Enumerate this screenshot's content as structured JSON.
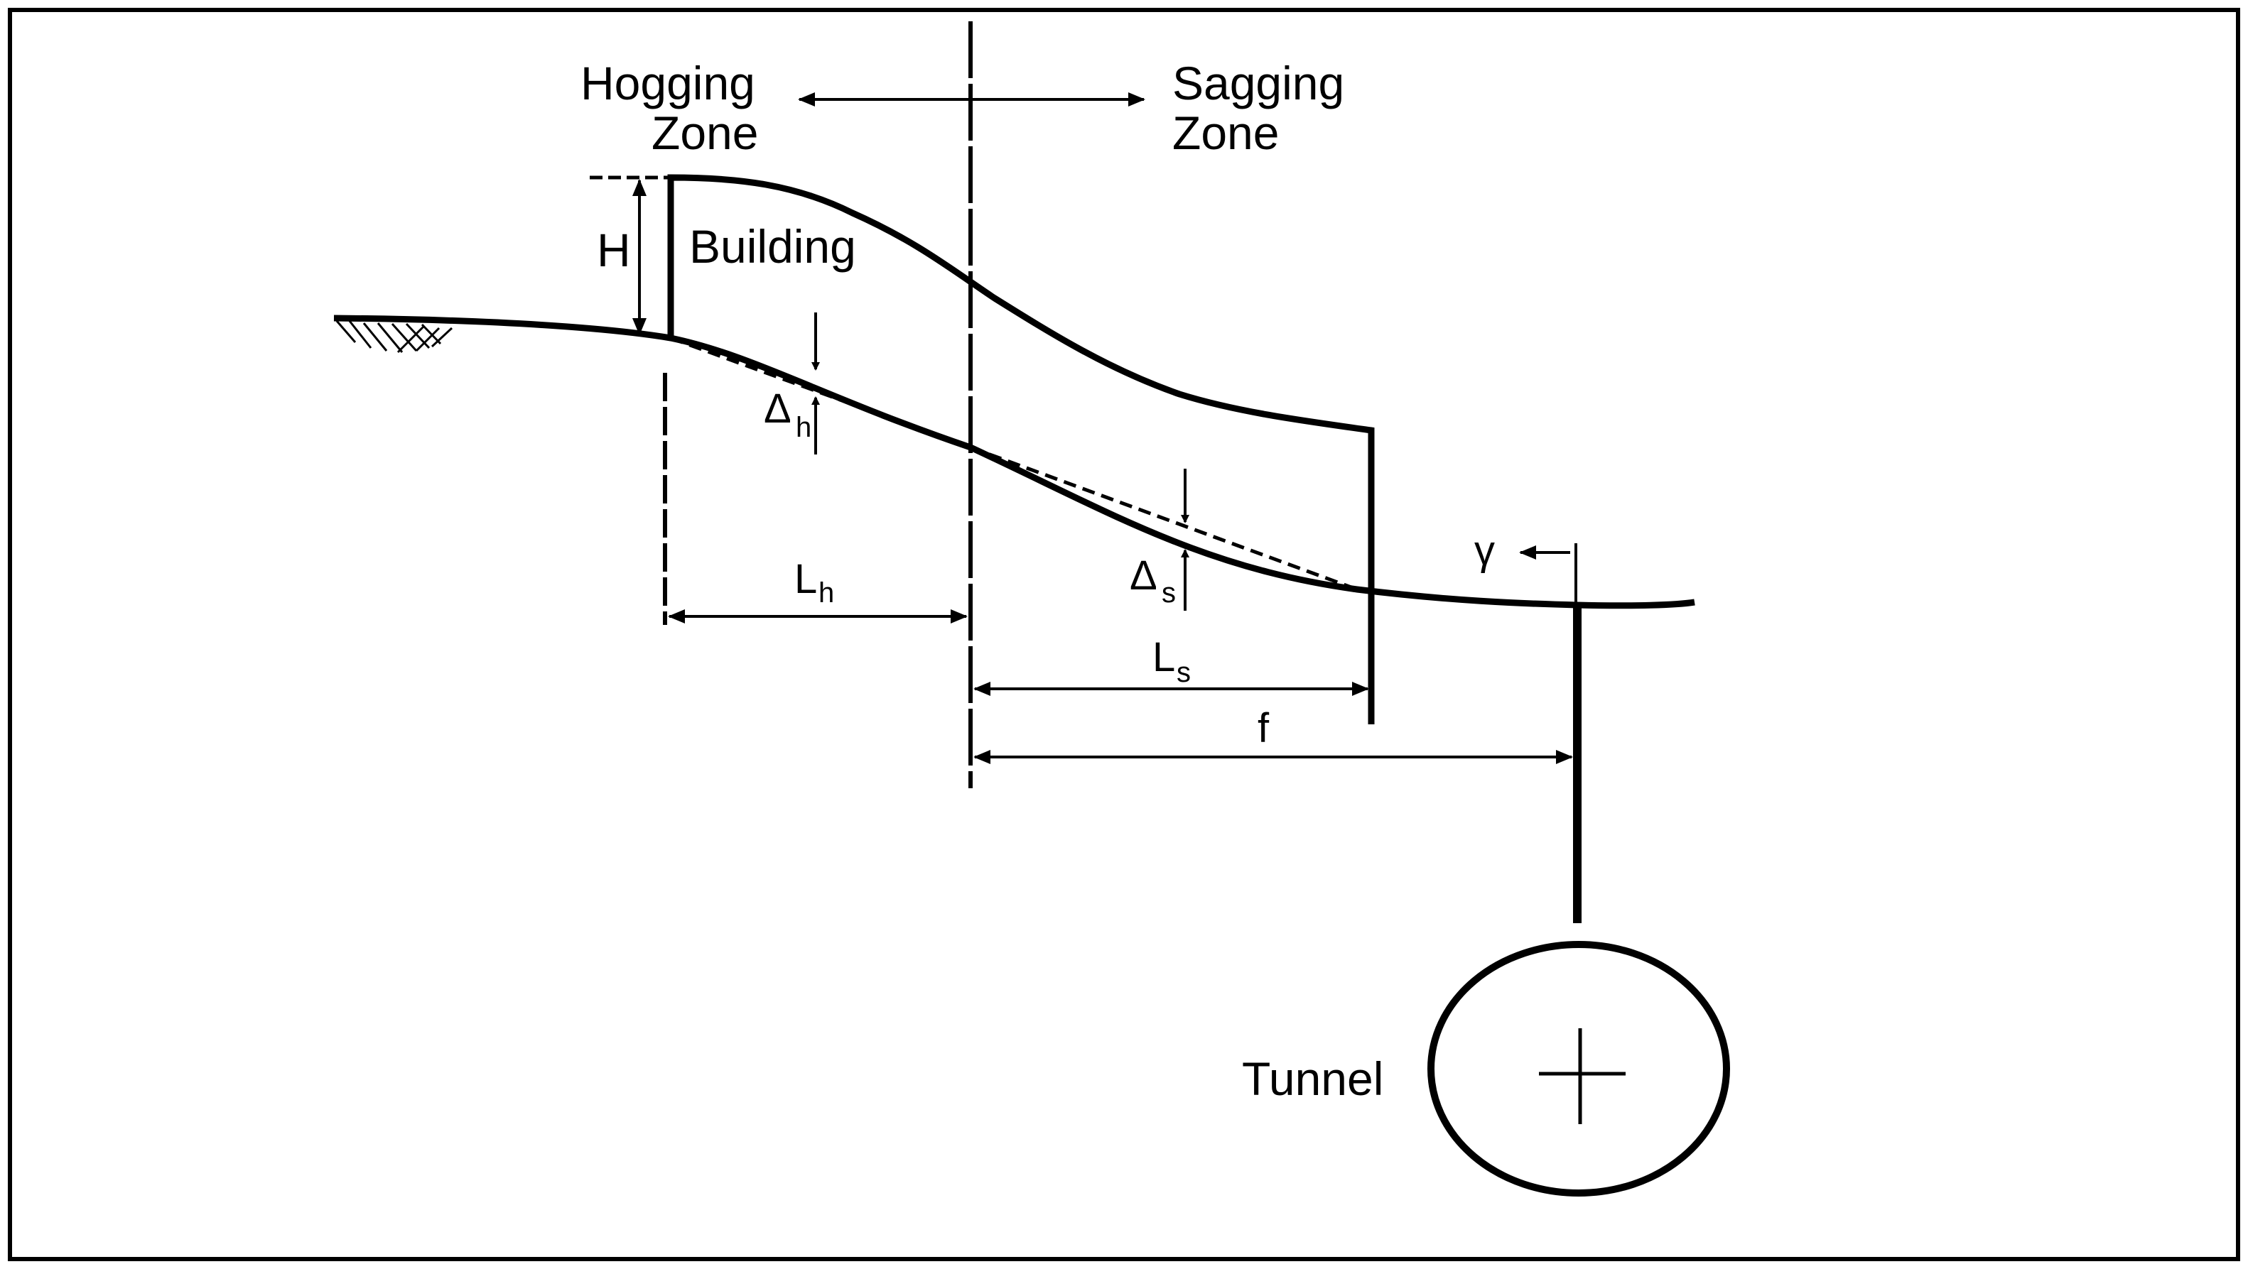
{
  "zones": {
    "hogging_line1": "Hogging",
    "hogging_line2": "Zone",
    "sagging_line1": "Sagging",
    "sagging_line2": "Zone"
  },
  "labels": {
    "building": "Building",
    "height": "H",
    "delta_h_symbol": "Δ",
    "delta_h_sub": "h",
    "delta_s_symbol": "Δ",
    "delta_s_sub": "s",
    "lh_symbol": "L",
    "lh_sub": "h",
    "ls_symbol": "L",
    "ls_sub": "s",
    "f": "f",
    "gamma": "γ",
    "tunnel": "Tunnel"
  }
}
